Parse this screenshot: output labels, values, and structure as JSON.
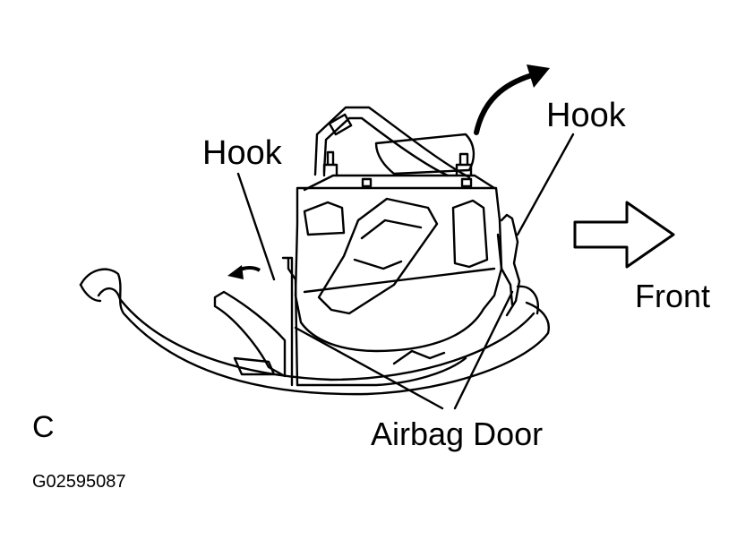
{
  "labels": {
    "hook_left": "Hook",
    "hook_right": "Hook",
    "front": "Front",
    "airbag_door": "Airbag Door",
    "view_letter": "C",
    "figure_code": "G02595087"
  },
  "colors": {
    "line": "#000000",
    "background": "#ffffff"
  }
}
